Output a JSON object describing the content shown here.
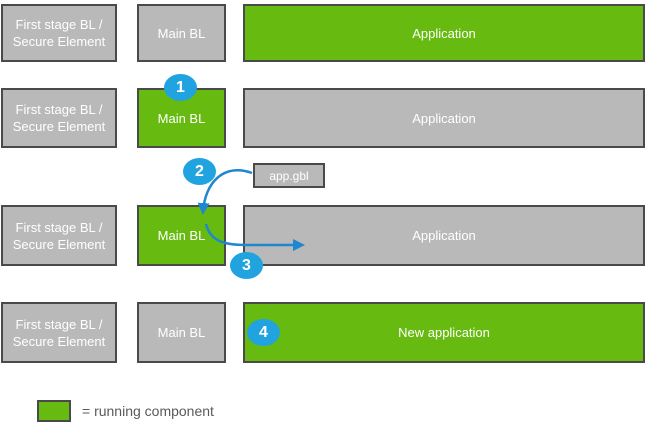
{
  "palette": {
    "running_green": "#66ba10",
    "idle_gray": "#b9b9b9",
    "box_border": "#4a4a4a",
    "badge_blue": "#21a3e0",
    "arrow_blue": "#1f86d0",
    "box_text": "#ffffff",
    "legend_text": "#595959"
  },
  "rows": [
    {
      "first_stage": {
        "line1": "First stage BL /",
        "line2": "Secure Element",
        "running": false
      },
      "main_bl": {
        "label": "Main BL",
        "running": false
      },
      "application": {
        "label": "Application",
        "running": true
      }
    },
    {
      "first_stage": {
        "line1": "First stage BL /",
        "line2": "Secure Element",
        "running": false
      },
      "main_bl": {
        "label": "Main BL",
        "running": true
      },
      "application": {
        "label": "Application",
        "running": false
      }
    },
    {
      "first_stage": {
        "line1": "First stage BL /",
        "line2": "Secure Element",
        "running": false
      },
      "main_bl": {
        "label": "Main BL",
        "running": true
      },
      "application": {
        "label": "Application",
        "running": false
      }
    },
    {
      "first_stage": {
        "line1": "First stage BL /",
        "line2": "Secure Element",
        "running": false
      },
      "main_bl": {
        "label": "Main BL",
        "running": false
      },
      "application": {
        "label": "New application",
        "running": true
      }
    }
  ],
  "badges": [
    "1",
    "2",
    "3",
    "4"
  ],
  "file_box": {
    "label": "app.gbl"
  },
  "legend": {
    "label": "= running component"
  }
}
